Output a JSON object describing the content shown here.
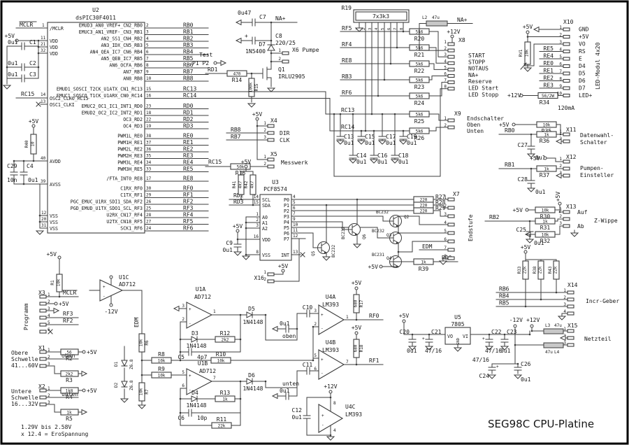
{
  "title": "SEG98C CPU-Platine",
  "pw": {
    "p5": "+5V",
    "p12": "+12V",
    "n12": "-12V",
    "na": "NA+"
  },
  "u2": {
    "ref": "U2",
    "part": "dsPIC30F4011",
    "mclr": "MCLR",
    "rc15": "RC15",
    "lpins": [
      {
        "n": "/MCLR",
        "p": "1"
      },
      {
        "n": "VDD",
        "p": "11"
      },
      {
        "n": "VDD",
        "p": "21"
      },
      {
        "n": "VDD",
        "p": "32"
      },
      {
        "n": "OSC2_CLKO_RC15",
        "p": "14"
      },
      {
        "n": "OSC1_CLKI",
        "p": "13"
      },
      {
        "n": "AVDD",
        "p": "40"
      },
      {
        "n": "AVSS",
        "p": "39"
      },
      {
        "n": "VSS",
        "p": "12"
      },
      {
        "n": "VSS",
        "p": "20"
      },
      {
        "n": "VSS",
        "p": "31"
      }
    ],
    "rb": [
      {
        "n": "EMUD3_AN0_VREF+_CN2_RB0",
        "p": "2",
        "net": "RB0"
      },
      {
        "n": "EMUC3_AN1_VREF-_CN3_RB1",
        "p": "3",
        "net": "RB1"
      },
      {
        "n": "AN2_SS1_CN4_RB2",
        "p": "4",
        "net": "RB2"
      },
      {
        "n": "AN3_IDX_CN5_RB3",
        "p": "5",
        "net": "RB3"
      },
      {
        "n": "AN4_QEA_IC7_CN6_RB4",
        "p": "6",
        "net": "RB4"
      },
      {
        "n": "AN5_QEB_IC7_RB5",
        "p": "7",
        "net": "RB5"
      },
      {
        "n": "AN6_OCFA_RB6",
        "p": "8",
        "net": "RB6"
      },
      {
        "n": "AN7_RB7",
        "p": "9",
        "net": "RB7"
      },
      {
        "n": "AN8_RB8",
        "p": "10",
        "net": "RB8"
      }
    ],
    "rc": [
      {
        "n": "EMUD1_SOSCI_T2CK_U1ATX_CN1_RC13",
        "p": "15",
        "net": "RC13"
      },
      {
        "n": "EMUC1_SOSCO_T1CK_U1ARX_CN0_RC14",
        "p": "16",
        "net": "RC14"
      }
    ],
    "rd": [
      {
        "n": "EMUC2_OC1_IC1_INT1_RD0",
        "p": "23",
        "net": "RD0"
      },
      {
        "n": "EMUD2_OC2_IC2_INT2_RD1",
        "p": "18",
        "net": "RD1"
      },
      {
        "n": "OC3_RD2",
        "p": "22",
        "net": "RD2"
      },
      {
        "n": "OC4_RD3",
        "p": "19",
        "net": "RD3"
      }
    ],
    "re": [
      {
        "n": "PWM1L_RE0",
        "p": "38",
        "net": "RE0"
      },
      {
        "n": "PWM1H_RE1",
        "p": "37",
        "net": "RE1"
      },
      {
        "n": "PWM2L_RE2",
        "p": "36",
        "net": "RE2"
      },
      {
        "n": "PWM2H_RE3",
        "p": "35",
        "net": "RE3"
      },
      {
        "n": "PWM3L_RE4",
        "p": "34",
        "net": "RE4"
      },
      {
        "n": "PWM3H_RE5",
        "p": "33",
        "net": "RE5"
      }
    ],
    "re8": {
      "n": "/FTA_INT0_RE8",
      "p": "17",
      "net": "RE8"
    },
    "rf": [
      {
        "n": "C1RX_RF0",
        "p": "30",
        "net": "RF0"
      },
      {
        "n": "C1TX_RF1",
        "p": "29",
        "net": "RF1"
      },
      {
        "n": "PGC_EMUC_U1RX_SDI1_SDA_RF2",
        "p": "26",
        "net": "RF2"
      },
      {
        "n": "PGD_EMUD_U1TX_SDO1_SCL_RF3",
        "p": "25",
        "net": "RF3"
      },
      {
        "n": "U2RX_CN17_RF4",
        "p": "28",
        "net": "RF4"
      },
      {
        "n": "U2TX_CN18_RF5",
        "p": "27",
        "net": "RF5"
      },
      {
        "n": "SCK1_RF6",
        "p": "24",
        "net": "RF6"
      }
    ]
  },
  "c1": {
    "r": "C1",
    "v": "0u1"
  },
  "c2": {
    "r": "C2",
    "v": "0u1"
  },
  "c3": {
    "r": "C3",
    "v": "0u1"
  },
  "c29": {
    "r": "C29",
    "v": "10n"
  },
  "c4": {
    "r": "C4",
    "v": "0u1"
  },
  "r40": {
    "r": "R40",
    "v": "10"
  },
  "top": {
    "test": "Test",
    "pp": "P1 P2",
    "c7": {
      "r": "C7",
      "v": "0u47"
    },
    "c8": {
      "r": "C8",
      "v": "220/25"
    },
    "d7": {
      "r": "D7",
      "v": "1N5400"
    },
    "x6": {
      "r": "X6 Pumpe"
    },
    "q1": {
      "r": "Q1",
      "v": "IRLU2905"
    },
    "rd1": "RD1",
    "r14": {
      "r": "R14",
      "v": "470"
    },
    "r15": {
      "r": "R15",
      "v": "100k"
    },
    "x4": {
      "r": "X4",
      "rb8": "RB8",
      "rb7": "RB7",
      "dir": "DIR",
      "clk": "CLK"
    },
    "x5": {
      "r": "X5",
      "l": "Messwerk"
    },
    "r16": {
      "r": "R16",
      "v": "50k"
    },
    "rc15": "RC15"
  },
  "rn": {
    "r": "R19",
    "v": "7x3k3",
    "pins": [
      {
        "p": "1"
      },
      {
        "p": "2"
      },
      {
        "p": "3"
      },
      {
        "p": "4"
      },
      {
        "p": "5"
      },
      {
        "p": "6"
      },
      {
        "p": "7"
      },
      {
        "p": "8"
      }
    ],
    "rows": [
      {
        "net": "RF5",
        "r": "R20",
        "v": "5k6"
      },
      {
        "net": "RF4",
        "r": "R21",
        "v": "5k6"
      },
      {
        "net": "RE8",
        "r": "R22",
        "v": "5k6"
      },
      {
        "net": "RB3",
        "r": "R23",
        "v": "5k6"
      },
      {
        "net": "RF6",
        "r": "R24",
        "v": "5k6"
      }
    ],
    "rows2": [
      {
        "net": "RC13",
        "r": "R25",
        "v": "5k6"
      },
      {
        "net": "RC14",
        "r": "R26",
        "v": "5k6"
      }
    ]
  },
  "l2": {
    "r": "L2",
    "v": "47u"
  },
  "x8": {
    "r": "X8",
    "labels": [
      {
        "l": "START"
      },
      {
        "l": "STOPP"
      },
      {
        "l": "NOTAUS"
      },
      {
        "l": "NA+"
      },
      {
        "l": "Reserve"
      },
      {
        "l": "LED Start"
      },
      {
        "l": "LED Stopp"
      }
    ],
    "pins": [
      {
        "p": "1"
      },
      {
        "p": "2"
      },
      {
        "p": "3"
      },
      {
        "p": "4"
      },
      {
        "p": "5"
      },
      {
        "p": "6"
      },
      {
        "p": "7"
      },
      {
        "p": "8"
      }
    ]
  },
  "x9": {
    "r": "X9",
    "t": "Endschalter",
    "l1": "Oben",
    "l2": "Unten"
  },
  "crow1": [
    {
      "r": "C13",
      "v": "0u1"
    },
    {
      "r": "C15",
      "v": "0u1"
    },
    {
      "r": "C17",
      "v": "0u1"
    },
    {
      "r": "C19",
      "v": "0u1"
    }
  ],
  "crow2": [
    {
      "r": "C14",
      "v": "0u1"
    },
    {
      "r": "C16",
      "v": "0u1"
    },
    {
      "r": "C18",
      "v": "0u1"
    }
  ],
  "x10": {
    "r": "X10",
    "t": "LED-Modul 4x20",
    "rows": [
      {
        "p": "1",
        "l": "GND"
      },
      {
        "p": "2",
        "l": "+5V"
      },
      {
        "p": "3",
        "l": "VO"
      },
      {
        "p": "4",
        "l": "RS",
        "net": "RE5"
      },
      {
        "p": "5",
        "l": "E",
        "net": "RE4"
      },
      {
        "p": "6",
        "l": "D4",
        "net": "RE0"
      },
      {
        "p": "7",
        "l": "D5",
        "net": "RE1"
      },
      {
        "p": "8",
        "l": "D6",
        "net": "RE2"
      },
      {
        "p": "9",
        "l": "D7",
        "net": "RE3"
      },
      {
        "p": "10",
        "l": "LED+"
      }
    ]
  },
  "rv1": {
    "r": "RV1",
    "v": "10k"
  },
  "r34": {
    "r": "R34",
    "v": "56/2W"
  },
  "i120": "120mA",
  "x11": {
    "r": "X11",
    "l1": "Datenwahl-",
    "l2": "Schalter",
    "net": "RB0",
    "r35": {
      "r": "R35",
      "v": "10k"
    },
    "r36": {
      "r": "R36",
      "v": "1k"
    },
    "c27": {
      "r": "C27",
      "v": "0u1"
    }
  },
  "x12": {
    "r": "X12",
    "l1": "Pumpen-",
    "l2": "Einsteller",
    "net": "RB1",
    "r37": {
      "r": "R37",
      "v": "1k"
    },
    "c28": {
      "r": "C28",
      "v": "0u1"
    }
  },
  "x13": {
    "r": "X13",
    "l": "Z-Wippe",
    "auf": "Auf",
    "ab": "Ab",
    "net": "RB2",
    "r30": {
      "r": "R30",
      "v": "10k"
    },
    "r31": {
      "r": "R31",
      "v": "1k"
    },
    "r32": {
      "r": "R32",
      "v": "10k"
    },
    "c25": {
      "r": "C25",
      "v": "0u1"
    }
  },
  "x14": {
    "r": "X14",
    "l": "Incr-Geber",
    "rows": [
      {
        "n": "RB6",
        "p": "1"
      },
      {
        "n": "RB4",
        "p": "2"
      },
      {
        "n": "RB5",
        "p": "3"
      }
    ],
    "p4": "4",
    "rs": [
      {
        "r": "R33",
        "v": "22k"
      },
      {
        "r": "R38",
        "v": "22k"
      },
      {
        "r": "R43",
        "v": "22k"
      }
    ]
  },
  "x15": {
    "r": "X15",
    "l": "Netzteil",
    "l3": {
      "r": "L3",
      "v": "47u"
    },
    "l4": {
      "r": "L4",
      "v": "47u"
    },
    "p1": "1",
    "p2": "2",
    "p3": "3"
  },
  "u3": {
    "ref": "U3",
    "part": "PCF8574",
    "rd2": "RD2",
    "rd3": "RD3",
    "scl": {
      "n": "SCL",
      "p": "14"
    },
    "sda": {
      "n": "SDA",
      "p": "15"
    },
    "a": [
      {
        "n": "A0",
        "p": "1"
      },
      {
        "n": "A1",
        "p": "2"
      },
      {
        "n": "A2",
        "p": "3"
      }
    ],
    "vdd": {
      "n": "VDD",
      "p": "16"
    },
    "vss": {
      "n": "VSS",
      "p": "8"
    },
    "pp": [
      {
        "n": "P0",
        "p": "4"
      },
      {
        "n": "P1",
        "p": "5"
      },
      {
        "n": "P2",
        "p": "6"
      },
      {
        "n": "P3",
        "p": "7"
      },
      {
        "n": "P4",
        "p": "9"
      },
      {
        "n": "P5",
        "p": "10"
      },
      {
        "n": "P6",
        "p": "11"
      },
      {
        "n": "P7",
        "p": "12"
      }
    ],
    "int": {
      "n": "INT",
      "p": "13"
    },
    "r41": {
      "r": "R41",
      "v": "4k7"
    },
    "r42": {
      "r": "R42",
      "v": "4k7"
    },
    "c9": {
      "r": "C9",
      "v": "0u1"
    },
    "x16": {
      "r": "X16",
      "p1": "1",
      "p2": "2"
    }
  },
  "es": {
    "x7": {
      "r": "X7",
      "l": "Endstufe",
      "pins": [
        {
          "p": "1"
        },
        {
          "p": "2"
        },
        {
          "p": "3"
        },
        {
          "p": "4"
        },
        {
          "p": "5"
        },
        {
          "p": "6"
        },
        {
          "p": "7"
        },
        {
          "p": "8"
        }
      ]
    },
    "rs": [
      {
        "r": "R27",
        "v": "220"
      },
      {
        "r": "R28",
        "v": "220"
      },
      {
        "r": "R29",
        "v": "220"
      }
    ],
    "q2": {
      "r": "Q2",
      "v": "BC232"
    },
    "q3": {
      "r": "Q3",
      "v": "BC232"
    },
    "q4": {
      "r": "Q4",
      "v": "BC231"
    },
    "q5": {
      "r": "Q5",
      "v": "BC232"
    },
    "q6": {
      "r": "Q6",
      "v": "BC232"
    },
    "r39": {
      "r": "R39",
      "v": "1k"
    },
    "edm": "EDM",
    "rd0": "RD0"
  },
  "x3": {
    "r": "X3",
    "l": "Programm",
    "mclr": "MCLR",
    "rf3": "RF3",
    "rf2": "RF2",
    "r1": {
      "r": "R1",
      "v": "10k"
    },
    "pins": [
      {
        "p": "1"
      },
      {
        "p": "2"
      },
      {
        "p": "3"
      },
      {
        "p": "4"
      },
      {
        "p": "5"
      },
      {
        "p": "6"
      }
    ]
  },
  "u1c": {
    "ref": "U1C",
    "part": "AD712"
  },
  "x1": {
    "r": "X1",
    "n1": "Obere",
    "n2": "Schwelle",
    "n3": "41...60V",
    "r2": {
      "r": "R2",
      "v": "56"
    },
    "sig": "oben",
    "r3": {
      "r": "R3",
      "v": "2k2"
    }
  },
  "x2": {
    "r": "X2",
    "n1": "Untere",
    "n2": "Schwelle",
    "n3": "16...32V",
    "r4": {
      "r": "R4",
      "v": "1k8"
    },
    "sig": "unten",
    "r5": {
      "r": "R5",
      "v": "1k"
    }
  },
  "note1": "1.29V bis 2.58V",
  "note2": "x 12.4 = EroSpannung",
  "d1": {
    "r": "D1",
    "v": "Z6.8"
  },
  "d2": {
    "r": "D2",
    "v": "Z6.8"
  },
  "r6": {
    "r": "R6",
    "v": "10k"
  },
  "r7": {
    "r": "R7",
    "v": "10k"
  },
  "edm": "EDM",
  "u1a": {
    "ref": "U1A",
    "part": "AD712",
    "pp": "3",
    "pm": "2",
    "po": "1"
  },
  "u1b": {
    "ref": "U1B",
    "part": "AD712",
    "pp": "5",
    "pm": "6",
    "po": "7"
  },
  "d3": {
    "r": "D3",
    "v": "1N4148"
  },
  "d4": {
    "r": "D4",
    "v": "1N4148"
  },
  "d5": {
    "r": "D5",
    "v": "1N4148"
  },
  "d6": {
    "r": "D6",
    "v": "1N4148"
  },
  "r8": {
    "r": "R8",
    "v": "10k"
  },
  "r9": {
    "r": "R9",
    "v": "10k"
  },
  "r10": {
    "r": "R10",
    "v": "10k"
  },
  "r11": {
    "r": "R11",
    "v": "22k"
  },
  "r12": {
    "r": "R12",
    "v": "2k2"
  },
  "r13": {
    "r": "R13",
    "v": "1k"
  },
  "c5": {
    "r": "C5",
    "v": "4p7"
  },
  "c6": {
    "r": "C6",
    "v": "10p"
  },
  "c10": {
    "r": "C10",
    "v": "0u1"
  },
  "c11": {
    "r": "C11",
    "v": "0u1"
  },
  "v01": "0u1",
  "u4a": {
    "ref": "U4A",
    "part": "LM393",
    "pp": "3",
    "pm": "2",
    "po": "1"
  },
  "u4b": {
    "ref": "U4B",
    "part": "LM393",
    "pp": "5",
    "pm": "6",
    "po": "7"
  },
  "u4c": {
    "ref": "U4C",
    "part": "LM393",
    "p8": "8",
    "p4": "4"
  },
  "r17": {
    "r": "R17",
    "v": "680"
  },
  "r18": {
    "r": "R18",
    "v": "680"
  },
  "rf0": "RF0",
  "rf1": "RF1",
  "c12": {
    "r": "C12",
    "v": "0u1"
  },
  "u5": {
    "ref": "U5",
    "part": "7805",
    "vo": "VO",
    "vi": "VI",
    "gnd": "GND"
  },
  "c20": {
    "r": "C20",
    "v": "0u1"
  },
  "c21": {
    "r": "C21",
    "v": "47/16"
  },
  "c22": {
    "r": "C22",
    "v": "47/16"
  },
  "c23": {
    "r": "C23",
    "v": "0u1"
  },
  "c24": {
    "r": "C24",
    "v": "47/16"
  },
  "c26": {
    "r": "C26",
    "v": "0u1"
  }
}
